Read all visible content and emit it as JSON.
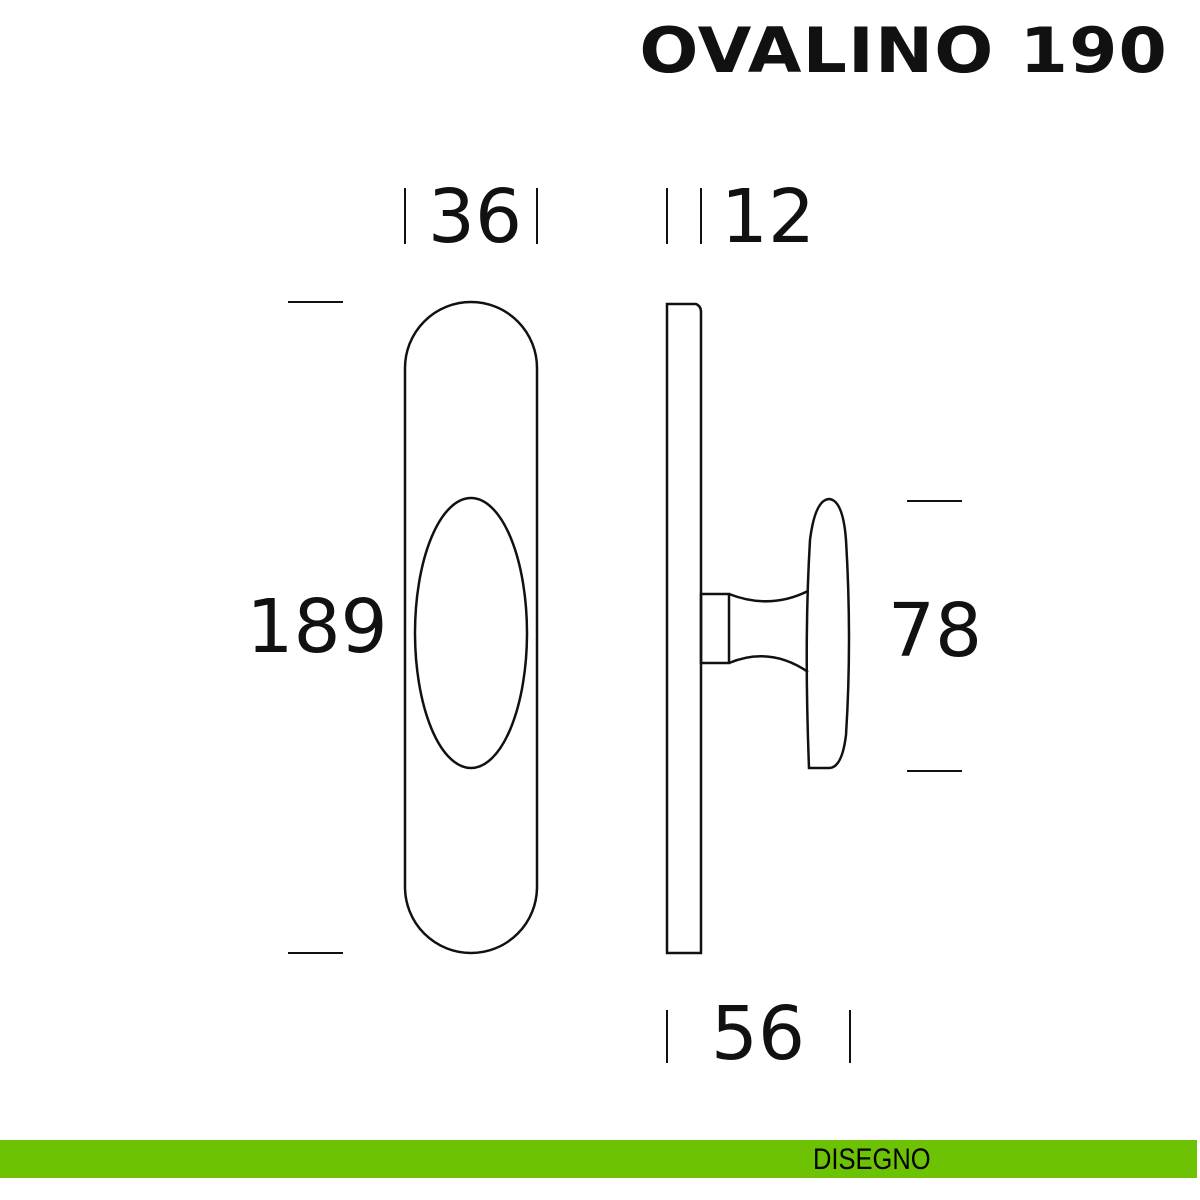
{
  "title": "OVALINO 190",
  "dimensions": {
    "plate_width": "36",
    "plate_thickness": "12",
    "plate_height": "189",
    "knob_height": "78",
    "total_projection": "56"
  },
  "footer": {
    "label": "DISEGNO",
    "color": "#6dc204"
  }
}
